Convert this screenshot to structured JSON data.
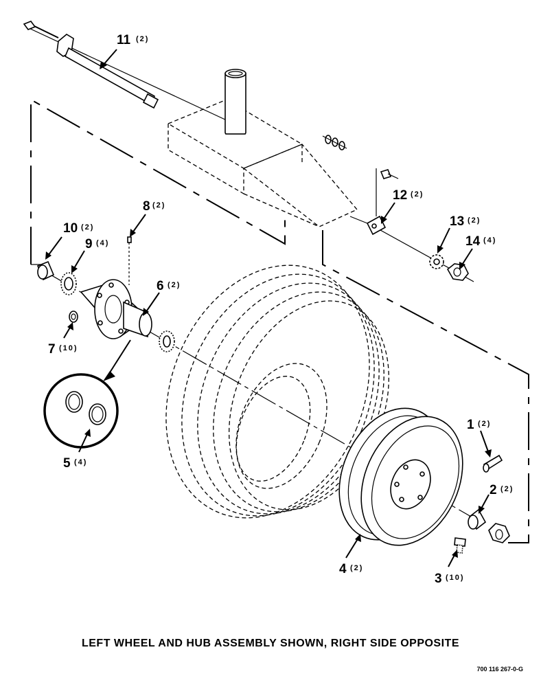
{
  "callouts": [
    {
      "num": "1",
      "qty": "(2)"
    },
    {
      "num": "2",
      "qty": "(2)"
    },
    {
      "num": "3",
      "qty": "(10)"
    },
    {
      "num": "4",
      "qty": "(2)"
    },
    {
      "num": "5",
      "qty": "(4)"
    },
    {
      "num": "6",
      "qty": "(2)"
    },
    {
      "num": "7",
      "qty": "(10)"
    },
    {
      "num": "8",
      "qty": "(2)"
    },
    {
      "num": "9",
      "qty": "(4)"
    },
    {
      "num": "10",
      "qty": "(2)"
    },
    {
      "num": "11",
      "qty": "(2)"
    },
    {
      "num": "12",
      "qty": "(2)"
    },
    {
      "num": "13",
      "qty": "(2)"
    },
    {
      "num": "14",
      "qty": "(4)"
    }
  ],
  "caption": "LEFT WHEEL AND HUB ASSEMBLY SHOWN, RIGHT SIDE OPPOSITE",
  "drawing_number": "700 116 267-0-G"
}
